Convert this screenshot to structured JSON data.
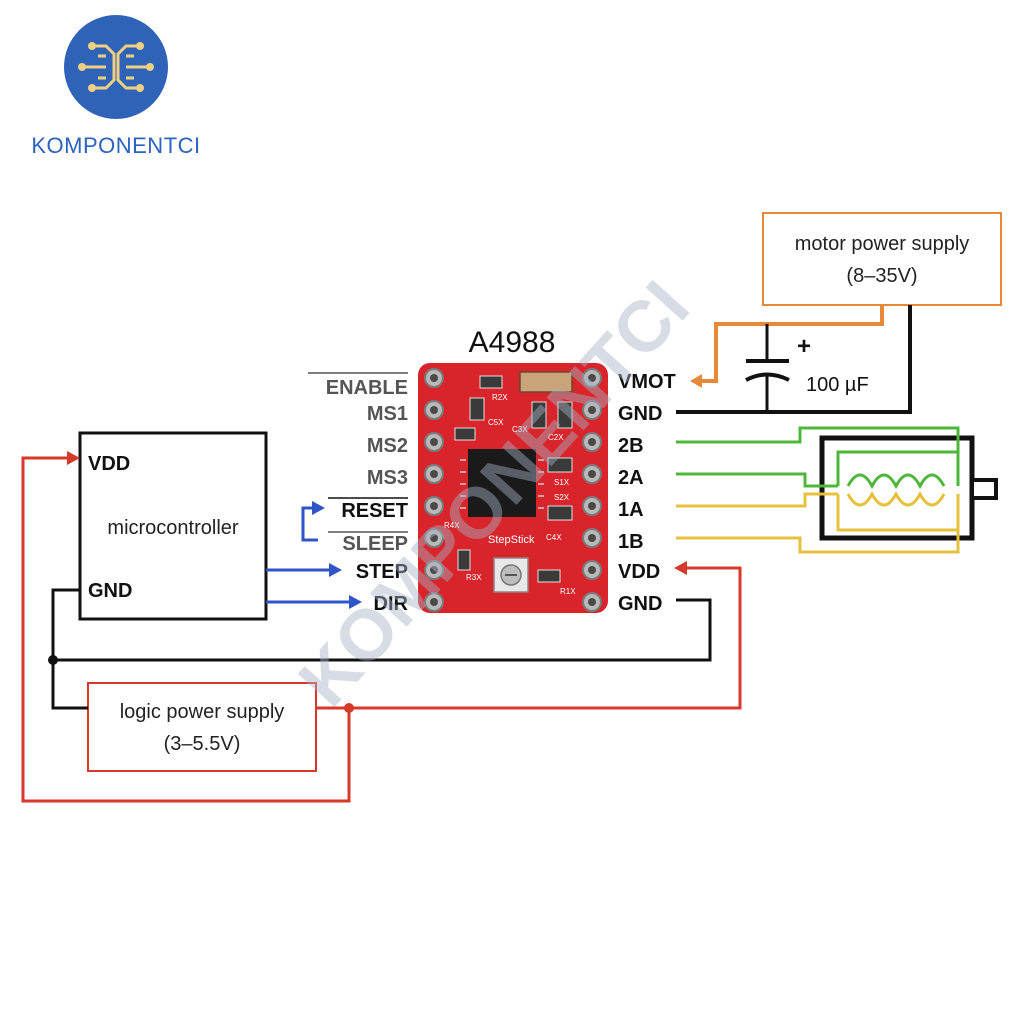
{
  "brand": {
    "name": "KOMPONENTCI",
    "watermark": "KOMPONENTCI"
  },
  "driver": {
    "title": "A4988",
    "silkscreen": [
      "StepStick",
      "R2X",
      "C5X",
      "C3X",
      "C2X",
      "S1X",
      "S2X",
      "C4X",
      "R1X",
      "R3X",
      "R4X"
    ]
  },
  "left_pins": [
    "ENABLE",
    "MS1",
    "MS2",
    "MS3",
    "RESET",
    "SLEEP",
    "STEP",
    "DIR"
  ],
  "right_pins": [
    "VMOT",
    "GND",
    "2B",
    "2A",
    "1A",
    "1B",
    "VDD",
    "GND"
  ],
  "microcontroller": {
    "vdd": "VDD",
    "label": "microcontroller",
    "gnd": "GND"
  },
  "logic_supply": {
    "line1": "logic power supply",
    "line2": "(3–5.5V)"
  },
  "motor_supply": {
    "line1": "motor power supply",
    "line2": "(8–35V)"
  },
  "capacitor": {
    "value": "100 µF",
    "polarity": "+"
  },
  "colors": {
    "logic": "#d63a2a",
    "control": "#2f55c9",
    "motor_power": "#e8893a",
    "ground": "#111111",
    "coil_a": "#4cb83a",
    "coil_b": "#e6c23c",
    "board": "#d8242a"
  }
}
